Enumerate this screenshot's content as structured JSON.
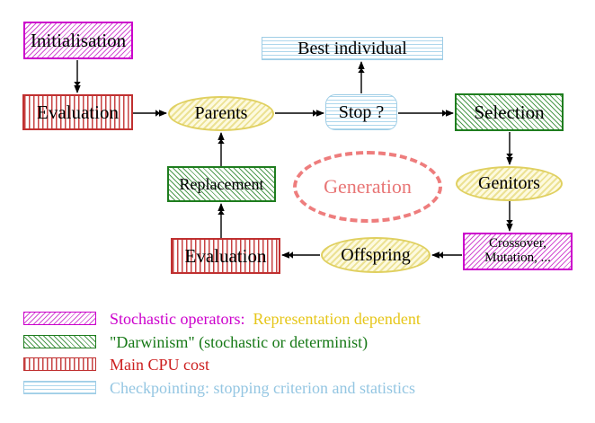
{
  "nodes": {
    "initialisation": "Initialisation",
    "evaluation_top": "Evaluation",
    "parents": "Parents",
    "best_individual": "Best individual",
    "stop": "Stop ?",
    "selection": "Selection",
    "genitors": "Genitors",
    "crossover_line1": "Crossover,",
    "crossover_line2": "Mutation, ...",
    "offspring": "Offspring",
    "evaluation_bottom": "Evaluation",
    "replacement": "Replacement",
    "generation": "Generation"
  },
  "legend": {
    "items": [
      {
        "swatch": "magenta-diagonal-hatch",
        "label": "Stochastic operators:",
        "label2": "Representation dependent",
        "label_color": "#cc00cc",
        "label2_color": "#e6c619"
      },
      {
        "swatch": "green-diagonal-hatch",
        "label": "\"Darwinism\" (stochastic or determinist)",
        "label_color": "#157815"
      },
      {
        "swatch": "red-vertical-stripes",
        "label": "Main CPU cost",
        "label_color": "#cc1f1f"
      },
      {
        "swatch": "cyan-horizontal-stripes",
        "label": "Checkpointing: stopping criterion and statistics",
        "label_color": "#94c6e2"
      }
    ]
  },
  "colors": {
    "magenta": "#cc00cc",
    "green": "#1e7d1e",
    "red": "#c03030",
    "cyan": "#9fcde6",
    "yellow_border": "#e0d060",
    "yellow_fill": "#fdfadf",
    "salmon": "#ee7d7d",
    "arrow": "#000000",
    "node_text": "#000000",
    "background": "#ffffff"
  }
}
